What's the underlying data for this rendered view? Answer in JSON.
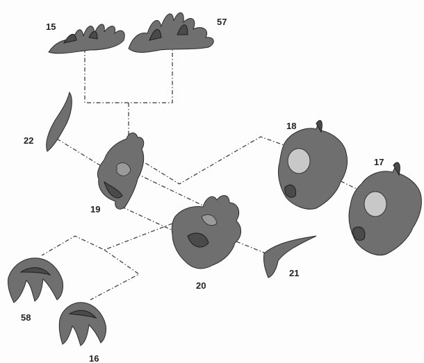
{
  "parts": [
    {
      "id": "15",
      "label": "15"
    },
    {
      "id": "57",
      "label": "57"
    },
    {
      "id": "22",
      "label": "22"
    },
    {
      "id": "19",
      "label": "19"
    },
    {
      "id": "18",
      "label": "18"
    },
    {
      "id": "17",
      "label": "17"
    },
    {
      "id": "20",
      "label": "20"
    },
    {
      "id": "21",
      "label": "21"
    },
    {
      "id": "58",
      "label": "58"
    },
    {
      "id": "16",
      "label": "16"
    }
  ],
  "colors": {
    "part_fill": "#6f6f6f",
    "part_outline": "#2a2a2a",
    "connector": "#333333",
    "background": "#fdfdfd"
  }
}
